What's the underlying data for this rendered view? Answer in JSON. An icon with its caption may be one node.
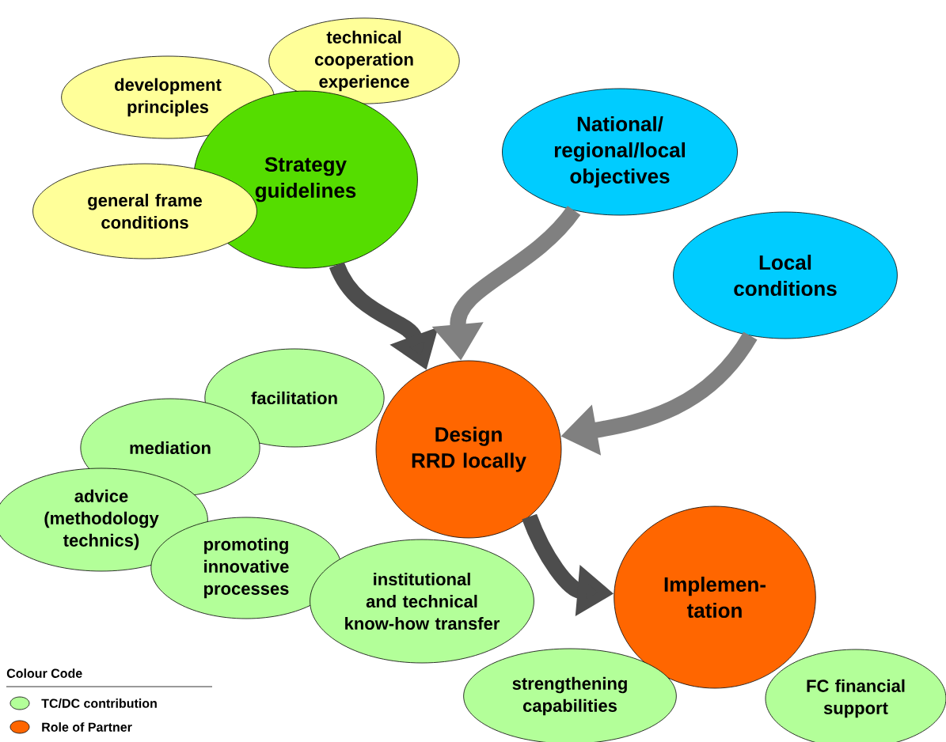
{
  "diagram": {
    "nodes": [
      {
        "text": [
          "technical cooperation experience"
        ]
      },
      {
        "text": [
          "development principles"
        ]
      },
      {
        "text": [
          "Strategy guidelines"
        ]
      },
      {
        "text": [
          "general frame conditions"
        ]
      },
      {
        "text": [
          "National/ regional/local objectives"
        ]
      },
      {
        "text": [
          "Local conditions"
        ]
      },
      {
        "text": [
          "facilitation"
        ]
      },
      {
        "text": [
          "Design RRD locally"
        ]
      },
      {
        "text": [
          "mediation"
        ]
      },
      {
        "text": [
          "advice (methodology technics)"
        ]
      },
      {
        "text": [
          "promoting innovative processes"
        ]
      },
      {
        "text": [
          "institutional and technical know-how transfer"
        ]
      },
      {
        "text": [
          "Implemen-tation"
        ]
      },
      {
        "text": [
          "strengthening capabilities"
        ]
      },
      {
        "text": [
          "FC financial support"
        ]
      }
    ],
    "edges": [
      {
        "from": 2,
        "to": 7,
        "arrow": "to",
        "color": "#4d4d4d"
      },
      {
        "from": 4,
        "to": 7,
        "arrow": "to",
        "color": "#808080"
      },
      {
        "from": 5,
        "to": 7,
        "arrow": "to",
        "color": "#808080"
      },
      {
        "from": 7,
        "to": 12,
        "arrow": "to",
        "color": "#4d4d4d"
      }
    ],
    "labels": [
      "Colour Code"
    ],
    "legend": [
      {
        "text": "TC/DC contribution",
        "color": "#b3ff99"
      },
      {
        "text": "Role of Partner",
        "color": "#ff6600"
      }
    ]
  }
}
